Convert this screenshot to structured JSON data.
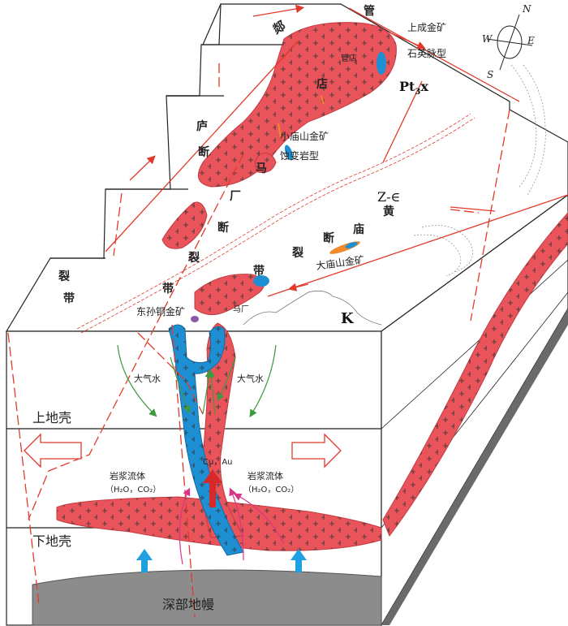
{
  "colors": {
    "granite": "#e8545a",
    "granite_stroke": "#c33a40",
    "fault": "#e23a2a",
    "magma_blue": "#1f8fd4",
    "mantle": "#8c8c8c",
    "meteoric_water": "#3f9a3f",
    "fluid_arrow": "#d9348a",
    "up_arrow": "#1fa0e0",
    "metal_arrow": "#d62a2a",
    "orebody_orange": "#f08a2a",
    "outline": "#222222"
  },
  "labels": {
    "fault_zone_chars_top": [
      "郯",
      "庐",
      "断",
      "裂",
      "带"
    ],
    "fault_zone_chars_left": [
      "裂",
      "带"
    ],
    "guan": "管",
    "dian": "店",
    "ma": "马",
    "chang": "厂",
    "duan": "断",
    "lie": "裂",
    "dai": "带",
    "huang": "黄",
    "miao": "庙",
    "huangmiao_duan": "断",
    "guandian_town": "管店",
    "machang_town": "马厂",
    "shangcheng_mine": "上成金矿",
    "quartz_vein_type": "石英脉型",
    "xiaomiaoshan_mine": "小庙山金矿",
    "altered_rock_type": "蚀变岩型",
    "damiaoshan_mine": "大庙山金矿",
    "dongsun_mine": "东孙铜金矿",
    "pt3x": "Pt",
    "pt3x_sub": "3",
    "pt3x_tail": "x",
    "z_e": "Z-∈",
    "k": "K",
    "meteoric_water_left": "大气水",
    "meteoric_water_right": "大气水",
    "upper_crust": "上地壳",
    "lower_crust": "下地壳",
    "deep_mantle": "深部地幔",
    "magma_fluid_left": "岩浆流体",
    "magma_fluid_left_sub": "（H₂O，CO₂）",
    "magma_fluid_right": "岩浆流体",
    "magma_fluid_right_sub": "（H₂O，CO₂）",
    "cu_au": "Cu，Au"
  },
  "compass": {
    "n": "N",
    "s": "S",
    "e": "E",
    "w": "W"
  }
}
